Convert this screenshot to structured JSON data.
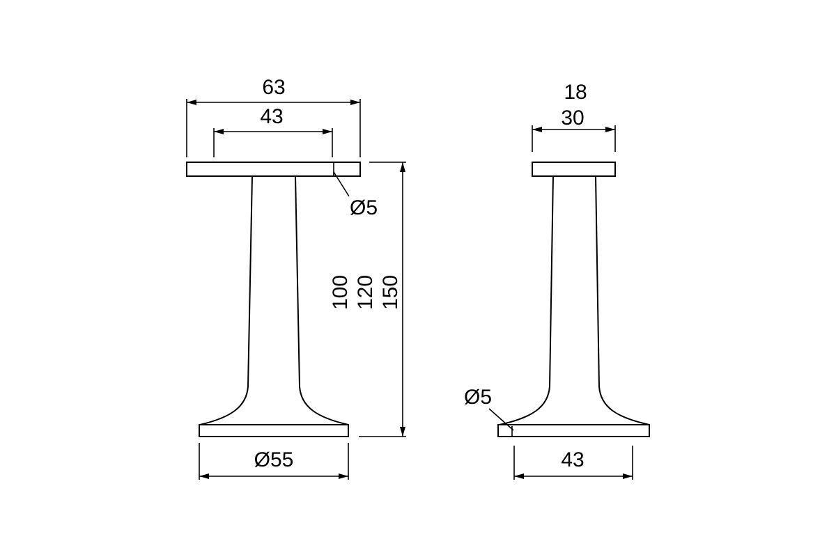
{
  "drawing": {
    "front_view": {
      "dim_overall_width": "63",
      "dim_hole_spacing": "43",
      "dim_top_hole": "Ø5",
      "dim_base_diameter": "Ø55",
      "dim_height_1": "100",
      "dim_height_2": "120",
      "dim_height_3": "150"
    },
    "side_view": {
      "dim_top_depth": "18",
      "dim_top_width": "30",
      "dim_base_hole": "Ø5",
      "dim_base_width": "43"
    },
    "colors": {
      "line": "#000000",
      "background": "#ffffff"
    }
  }
}
